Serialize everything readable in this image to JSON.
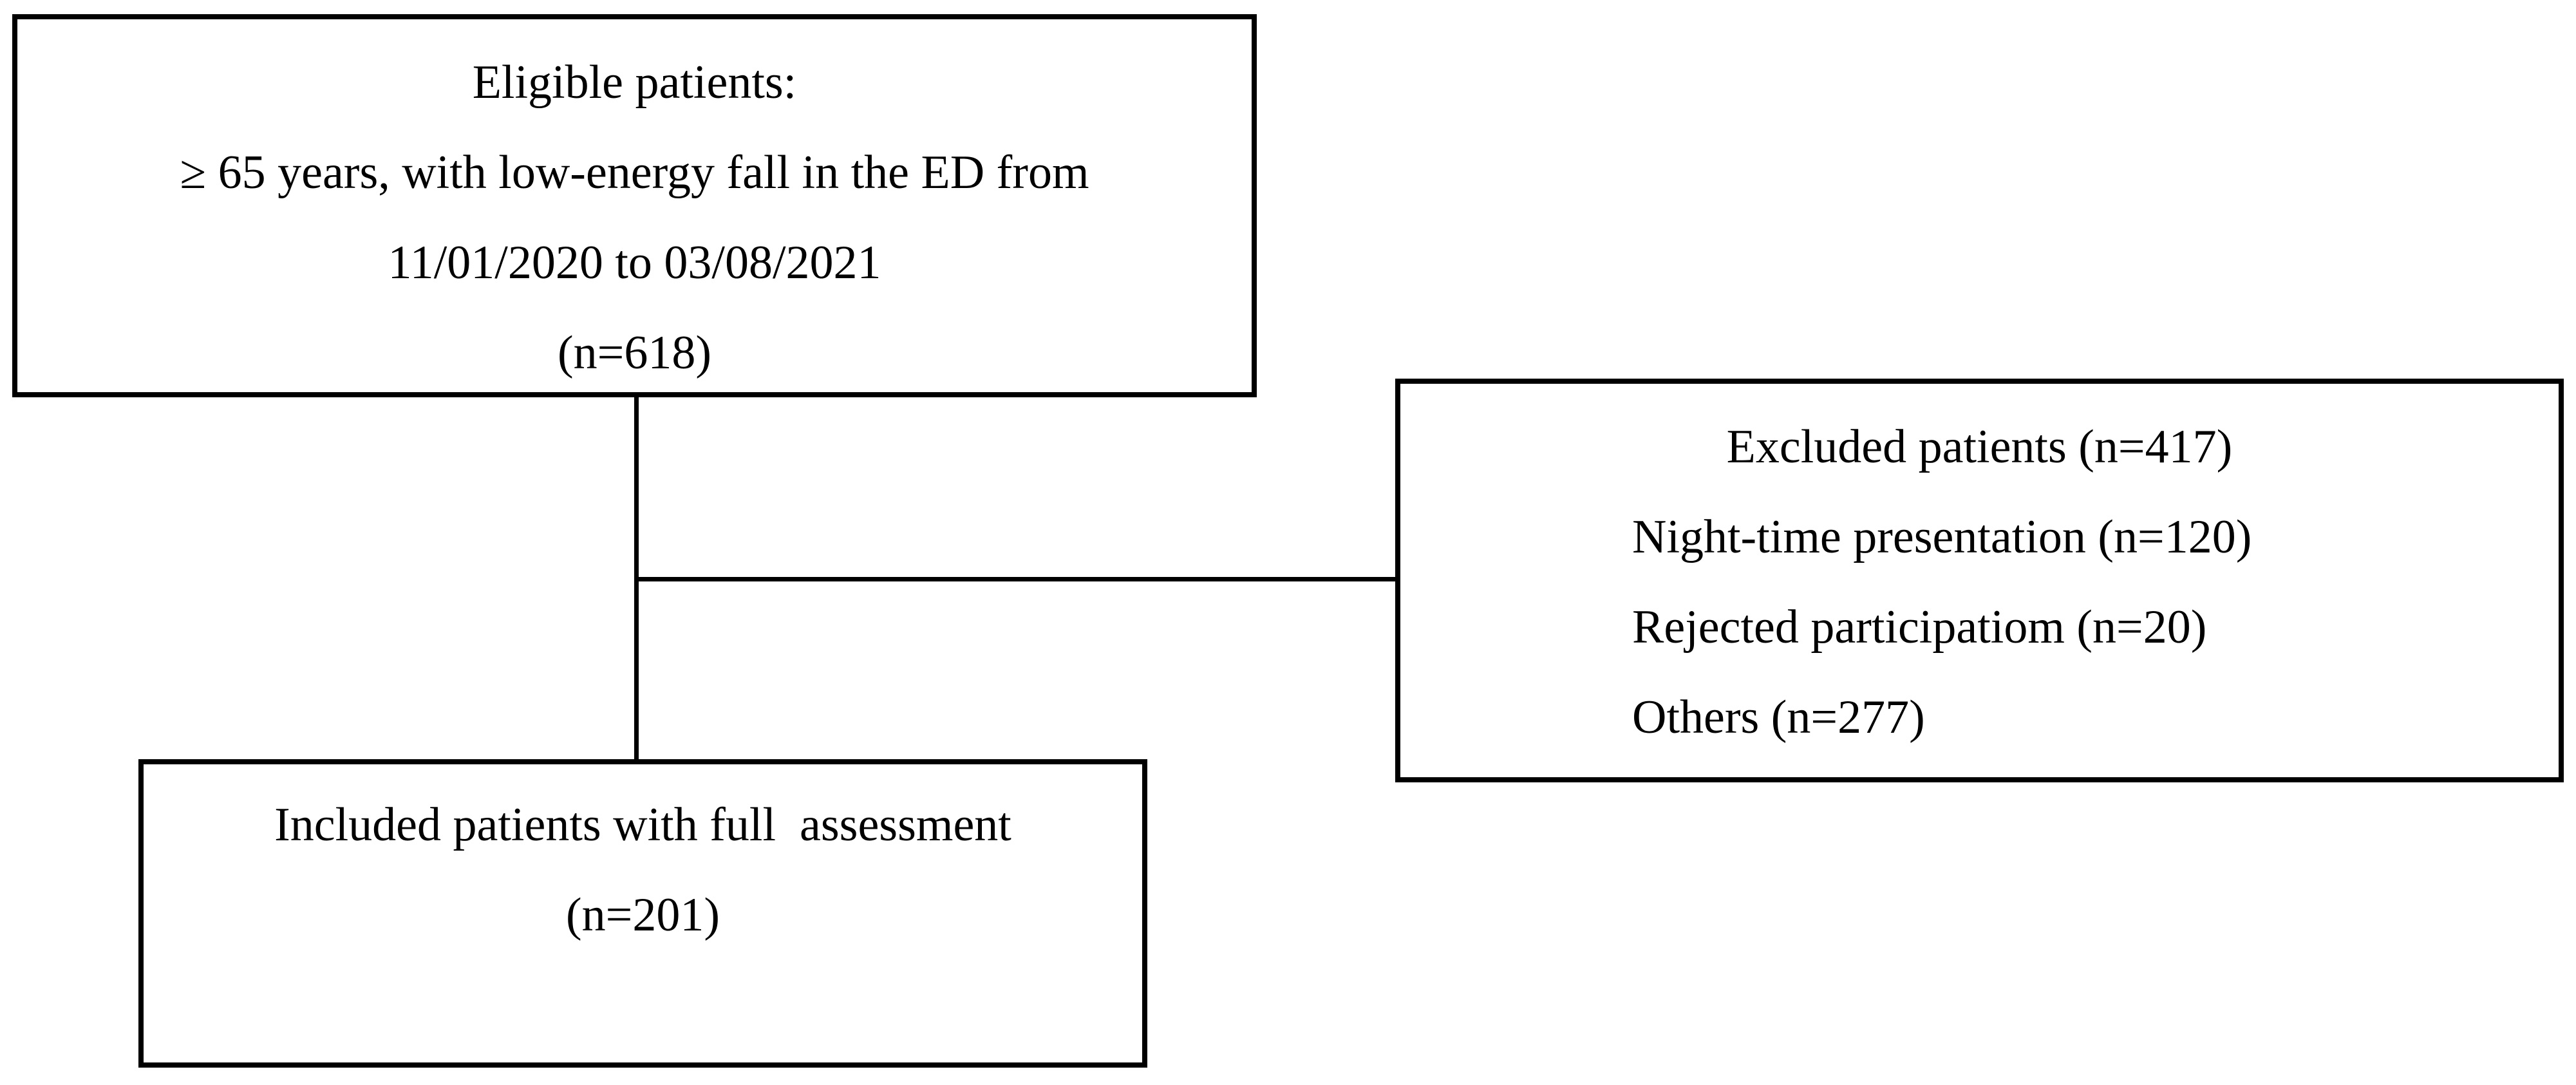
{
  "colors": {
    "background": "#ffffff",
    "stroke": "#000000",
    "text": "#000000"
  },
  "boxes": {
    "eligible": {
      "lines": [
        "Eligible patients:",
        "≥ 65 years, with low-energy fall in the ED from",
        "11/01/2020 to 03/08/2021",
        "(n=618)"
      ]
    },
    "excluded": {
      "title": "Excluded patients (n=417)",
      "items": [
        "Night-time presentation (n=120)",
        "Rejected participatiom (n=20)",
        "Others (n=277)"
      ]
    },
    "included": {
      "lines": [
        "Included patients with full  assessment",
        "(n=201)"
      ]
    }
  }
}
